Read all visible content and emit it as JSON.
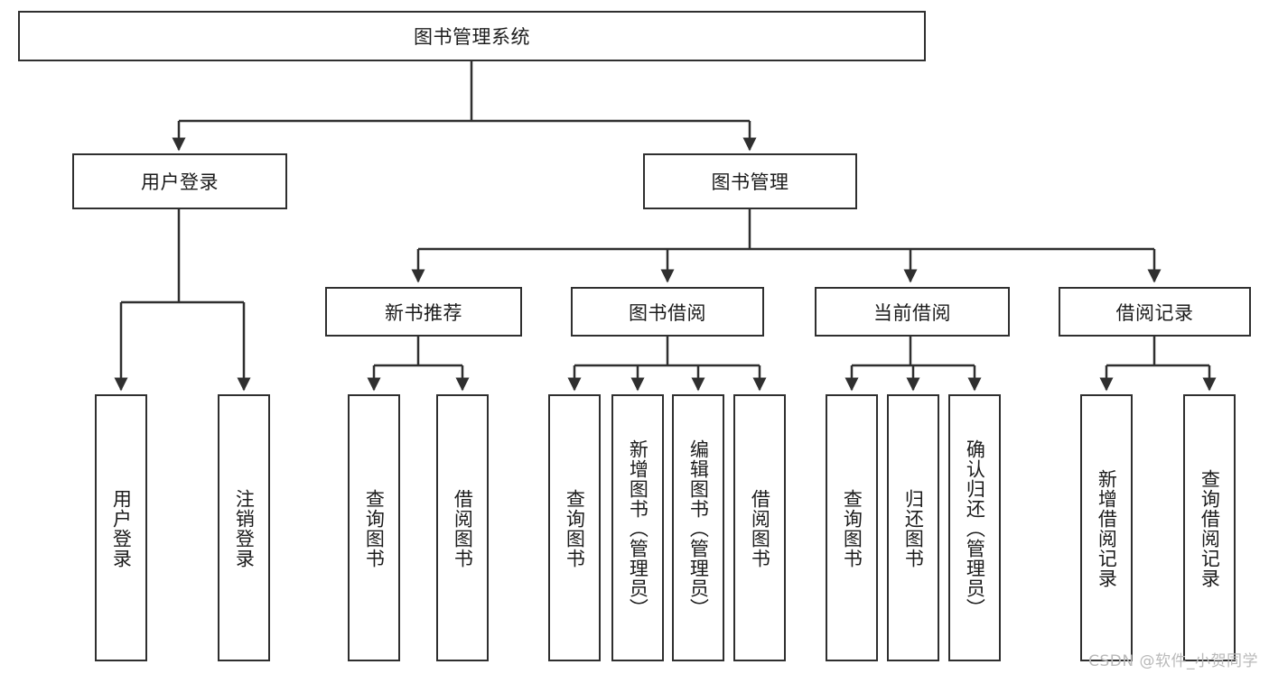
{
  "diagram": {
    "type": "tree-hierarchy",
    "title": "图书管理系统",
    "root": {
      "id": "root",
      "label": "图书管理系统",
      "orientation": "horizontal"
    },
    "level2": [
      {
        "id": "user-login",
        "label": "用户登录",
        "orientation": "horizontal"
      },
      {
        "id": "book-manage",
        "label": "图书管理",
        "orientation": "horizontal"
      }
    ],
    "level3": [
      {
        "id": "new-book-recommend",
        "label": "新书推荐",
        "orientation": "horizontal",
        "parent": "book-manage"
      },
      {
        "id": "book-borrow",
        "label": "图书借阅",
        "orientation": "horizontal",
        "parent": "book-manage"
      },
      {
        "id": "current-borrow",
        "label": "当前借阅",
        "orientation": "horizontal",
        "parent": "book-manage"
      },
      {
        "id": "borrow-record",
        "label": "借阅记录",
        "orientation": "horizontal",
        "parent": "book-manage"
      }
    ],
    "leaves": [
      {
        "id": "leaf-user-login",
        "label": "用户登录",
        "parent": "user-login",
        "orientation": "vertical"
      },
      {
        "id": "leaf-logout-login",
        "label": "注销登录",
        "parent": "user-login",
        "orientation": "vertical"
      },
      {
        "id": "leaf-query-book-1",
        "label": "查询图书",
        "parent": "new-book-recommend",
        "orientation": "vertical"
      },
      {
        "id": "leaf-borrow-book-1",
        "label": "借阅图书",
        "parent": "new-book-recommend",
        "orientation": "vertical"
      },
      {
        "id": "leaf-query-book-2",
        "label": "查询图书",
        "parent": "book-borrow",
        "orientation": "vertical"
      },
      {
        "id": "leaf-add-book",
        "label": "新增图书（管理员）",
        "parent": "book-borrow",
        "orientation": "vertical"
      },
      {
        "id": "leaf-edit-book",
        "label": "编辑图书（管理员）",
        "parent": "book-borrow",
        "orientation": "vertical"
      },
      {
        "id": "leaf-borrow-book-2",
        "label": "借阅图书",
        "parent": "book-borrow",
        "orientation": "vertical"
      },
      {
        "id": "leaf-query-book-3",
        "label": "查询图书",
        "parent": "current-borrow",
        "orientation": "vertical"
      },
      {
        "id": "leaf-return-book",
        "label": "归还图书",
        "parent": "current-borrow",
        "orientation": "vertical"
      },
      {
        "id": "leaf-confirm-return",
        "label": "确认归还（管理员）",
        "parent": "current-borrow",
        "orientation": "vertical"
      },
      {
        "id": "leaf-add-record",
        "label": "新增借阅记录",
        "parent": "borrow-record",
        "orientation": "vertical"
      },
      {
        "id": "leaf-query-record",
        "label": "查询借阅记录",
        "parent": "borrow-record",
        "orientation": "vertical"
      }
    ],
    "watermark": "CSDN @软件_小贺同学",
    "colors": {
      "stroke": "#2f2f2f",
      "fill": "#ffffff",
      "text": "#1c1c1c",
      "watermark": "#b9b9b9"
    }
  }
}
